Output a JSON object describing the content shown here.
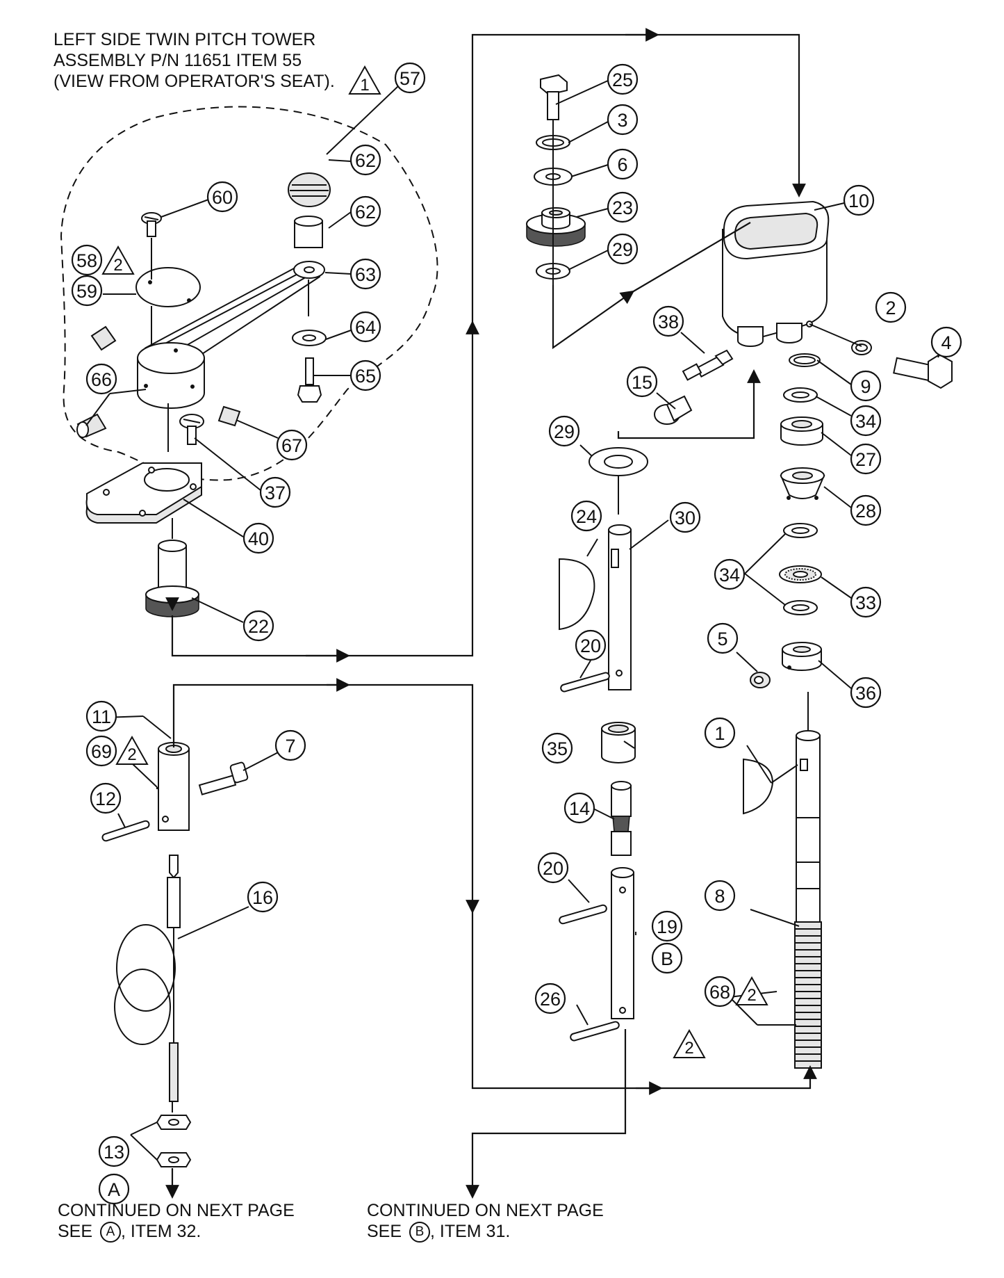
{
  "notes": {
    "title_line1": "LEFT SIDE TWIN PITCH TOWER",
    "title_line2": "ASSEMBLY P/N 11651 ITEM 55",
    "title_line3": "(VIEW FROM OPERATOR'S SEAT).",
    "cont_a_line1": "CONTINUED ON NEXT PAGE",
    "cont_a_see": "SEE",
    "cont_a_ref": "A",
    "cont_a_item": ", ITEM 32.",
    "cont_b_line1": "CONTINUED ON NEXT PAGE",
    "cont_b_see": "SEE",
    "cont_b_ref": "B",
    "cont_b_item": ", ITEM 31."
  },
  "callouts": [
    "57",
    "62",
    "62",
    "60",
    "58",
    "59",
    "63",
    "64",
    "65",
    "66",
    "67",
    "37",
    "40",
    "22",
    "25",
    "3",
    "6",
    "23",
    "29",
    "10",
    "38",
    "2",
    "4",
    "15",
    "9",
    "34",
    "27",
    "29",
    "30",
    "24",
    "28",
    "34",
    "33",
    "20",
    "5",
    "36",
    "11",
    "69",
    "7",
    "12",
    "35",
    "14",
    "1",
    "16",
    "20",
    "19",
    "8",
    "26",
    "68",
    "13"
  ],
  "flags": [
    "1",
    "2",
    "2",
    "2",
    "2"
  ],
  "ref_letters": [
    "B",
    "A"
  ],
  "colors": {
    "line": "#111111",
    "paper": "#ffffff",
    "shade": "#e6e6e6"
  }
}
